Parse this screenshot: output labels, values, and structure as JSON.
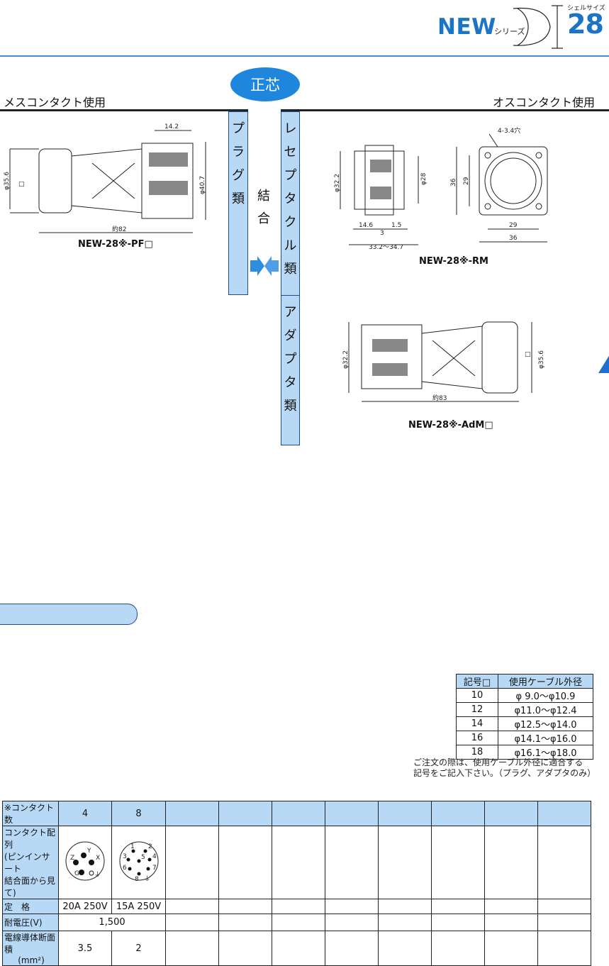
{
  "header": {
    "series_name": "NEW",
    "series_suffix": "シリーズ",
    "shell_label": "シェルサイズ",
    "shell_size": "28"
  },
  "center_badge": "正芯",
  "captions": {
    "left": "メスコンタクト使用",
    "right": "オスコンタクト使用"
  },
  "columns": {
    "plug": [
      "プ",
      "ラ",
      "グ",
      "類"
    ],
    "coupling": [
      "結",
      "合"
    ],
    "receptacle": [
      "レ",
      "セ",
      "プ",
      "タ",
      "ク",
      "ル",
      "類"
    ],
    "adapter": [
      "ア",
      "ダ",
      "プ",
      "タ",
      "類"
    ]
  },
  "drawings": {
    "plug": {
      "model": "NEW-28※-PF□",
      "dims": {
        "top": "14.2",
        "dia_left": "φ35.6",
        "square": "□",
        "dia_right": "φ40.7",
        "length": "約82"
      }
    },
    "receptacle": {
      "model": "NEW-28※-RM",
      "dims": {
        "dia_left": "φ32.2",
        "dia_right": "φ28",
        "d1": "14.6",
        "d2": "1.5",
        "d3": "3",
        "overall": "33.2～34.7"
      }
    },
    "flange": {
      "dims": {
        "holes": "4-3.4穴",
        "outer_v": "36",
        "inner_v": "29",
        "inner_h": "29",
        "outer_h": "36"
      }
    },
    "adapter": {
      "model": "NEW-28※-AdM□",
      "dims": {
        "dia_left": "φ32.2",
        "square": "□",
        "dia_right": "φ35.6",
        "length": "約83"
      }
    }
  },
  "cable_table": {
    "headers": [
      "記号□",
      "使用ケーブル外径"
    ],
    "rows": [
      [
        "10",
        "φ  9.0～φ10.9"
      ],
      [
        "12",
        "φ11.0～φ12.4"
      ],
      [
        "14",
        "φ12.5～φ14.0"
      ],
      [
        "16",
        "φ14.1～φ16.0"
      ],
      [
        "18",
        "φ16.1～φ18.0"
      ]
    ]
  },
  "note": {
    "line1": "ご注文の際は、使用ケーブル外径に適合する",
    "line2": "記号をご記入下さい。（プラグ、アダプタのみ）"
  },
  "spec_table": {
    "contact_count_label": "※コンタクト数",
    "contact_counts": [
      "4",
      "8"
    ],
    "layout_label_1": "コンタクト配列",
    "layout_label_2": "(ピンインサート",
    "layout_label_3": "結合面から見て)",
    "rating_label": "定　格",
    "ratings": [
      "20A 250V",
      "15A 250V"
    ],
    "voltage_label": "耐電圧(V)",
    "voltage": "1,500",
    "area_label_1": "電線導体断面積",
    "area_label_2": "(mm²)",
    "areas": [
      "3.5",
      "2"
    ],
    "pin_labels_4": [
      "Y",
      "Z",
      "X",
      "G",
      "⏚"
    ],
    "pin_labels_8": [
      "1",
      "2",
      "3",
      "4",
      "5",
      "6",
      "7",
      "8",
      "⏚"
    ]
  }
}
